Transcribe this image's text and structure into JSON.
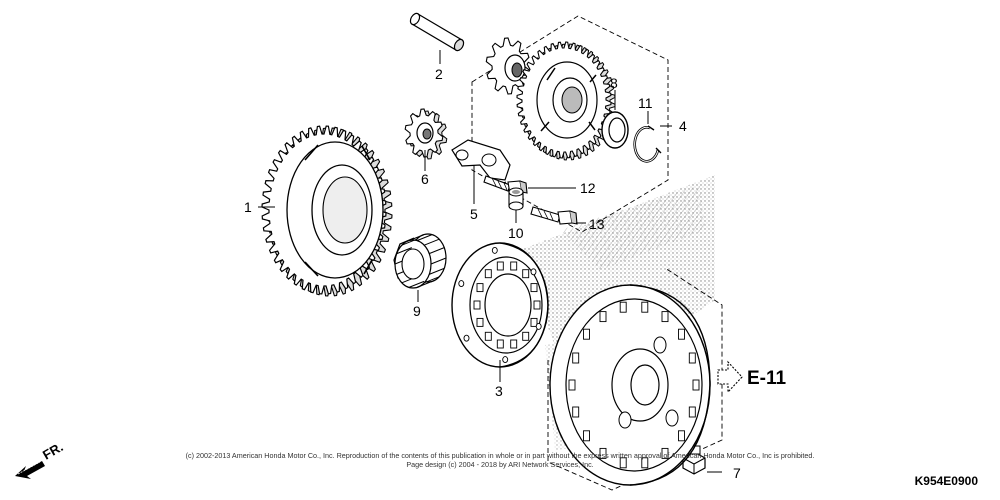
{
  "callouts": {
    "c1": "1",
    "c2": "2",
    "c3": "3",
    "c4": "4",
    "c5": "5",
    "c6": "6",
    "c7": "7",
    "c8": "8",
    "c9": "9",
    "c10": "10",
    "c11": "11",
    "c12": "12",
    "c13": "13"
  },
  "reference": {
    "label": "E-11"
  },
  "direction": {
    "label": "FR."
  },
  "copyright": {
    "line1": "(c) 2002-2013 American Honda Motor Co., Inc. Reproduction of the contents of this publication in whole or in part without the express written approval of American Honda Motor Co., Inc is prohibited.",
    "line2": "Page design (c) 2004 - 2018 by ARI Network Services, Inc."
  },
  "diagram_code": "K954E0900"
}
